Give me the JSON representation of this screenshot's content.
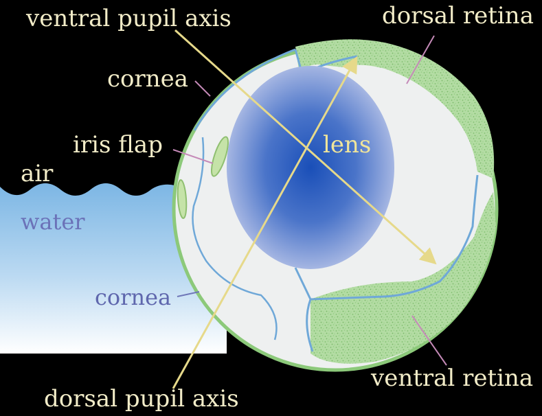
{
  "labels": {
    "ventral_pupil_axis": "ventral pupil axis",
    "dorsal_retina": "dorsal retina",
    "cornea_upper": "cornea",
    "iris_flap": "iris flap",
    "lens": "lens",
    "air": "air",
    "water": "water",
    "cornea_lower": "cornea",
    "ventral_retina": "ventral retina",
    "dorsal_pupil_axis": "dorsal pupil axis"
  },
  "colors": {
    "background": "#000000",
    "label_cream": "#f2ecc8",
    "label_lens": "#f0e59a",
    "label_water": "#6b72b8",
    "label_cornea_lower": "#5f67ad",
    "axis_line": "#e6d98a",
    "leader_line": "#c58ab8",
    "eye_fill": "#eef0f0",
    "eye_outline": "#8cc97a",
    "retina": "#a9d79a",
    "inner_membrane": "#6fa8d8",
    "lens_core": "#1a4fb8",
    "lens_edge": "#c9d3ee",
    "water_top": "#7cb6e4",
    "water_bottom": "#ffffff"
  }
}
